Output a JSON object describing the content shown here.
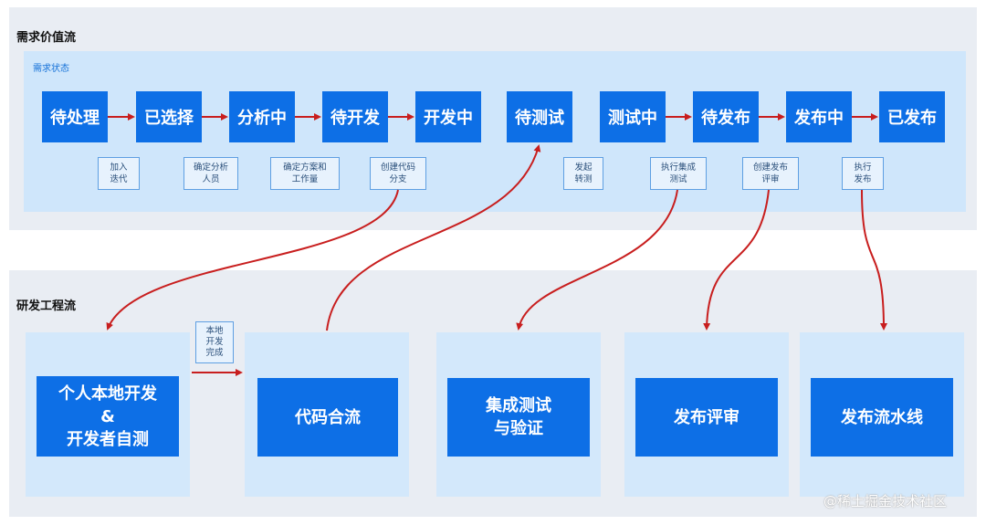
{
  "top_section": {
    "title": "需求价值流",
    "panel_title": "需求状态",
    "states": [
      "待处理",
      "已选择",
      "分析中",
      "待开发",
      "开发中",
      "待测试",
      "测试中",
      "待发布",
      "发布中",
      "已发布"
    ],
    "actions": [
      "加入\n迭代",
      "确定分析\n人员",
      "确定方案和\n工作量",
      "创建代码\n分支",
      "发起\n转测",
      "执行集成\n测试",
      "创建发布\n评审",
      "执行\n发布"
    ]
  },
  "bottom_section": {
    "title": "研发工程流",
    "stages": [
      "个人本地开发\n&\n开发者自测",
      "代码合流",
      "集成测试\n与验证",
      "发布评审",
      "发布流水线"
    ],
    "local_done_label": "本地\n开发\n完成"
  },
  "watermark": "@稀土掘金技术社区",
  "colors": {
    "state_fill": "#0d6fe6",
    "panel_fill": "#cfe6fb",
    "band_fill": "#e9edf3",
    "arrow": "#c81e1e"
  }
}
